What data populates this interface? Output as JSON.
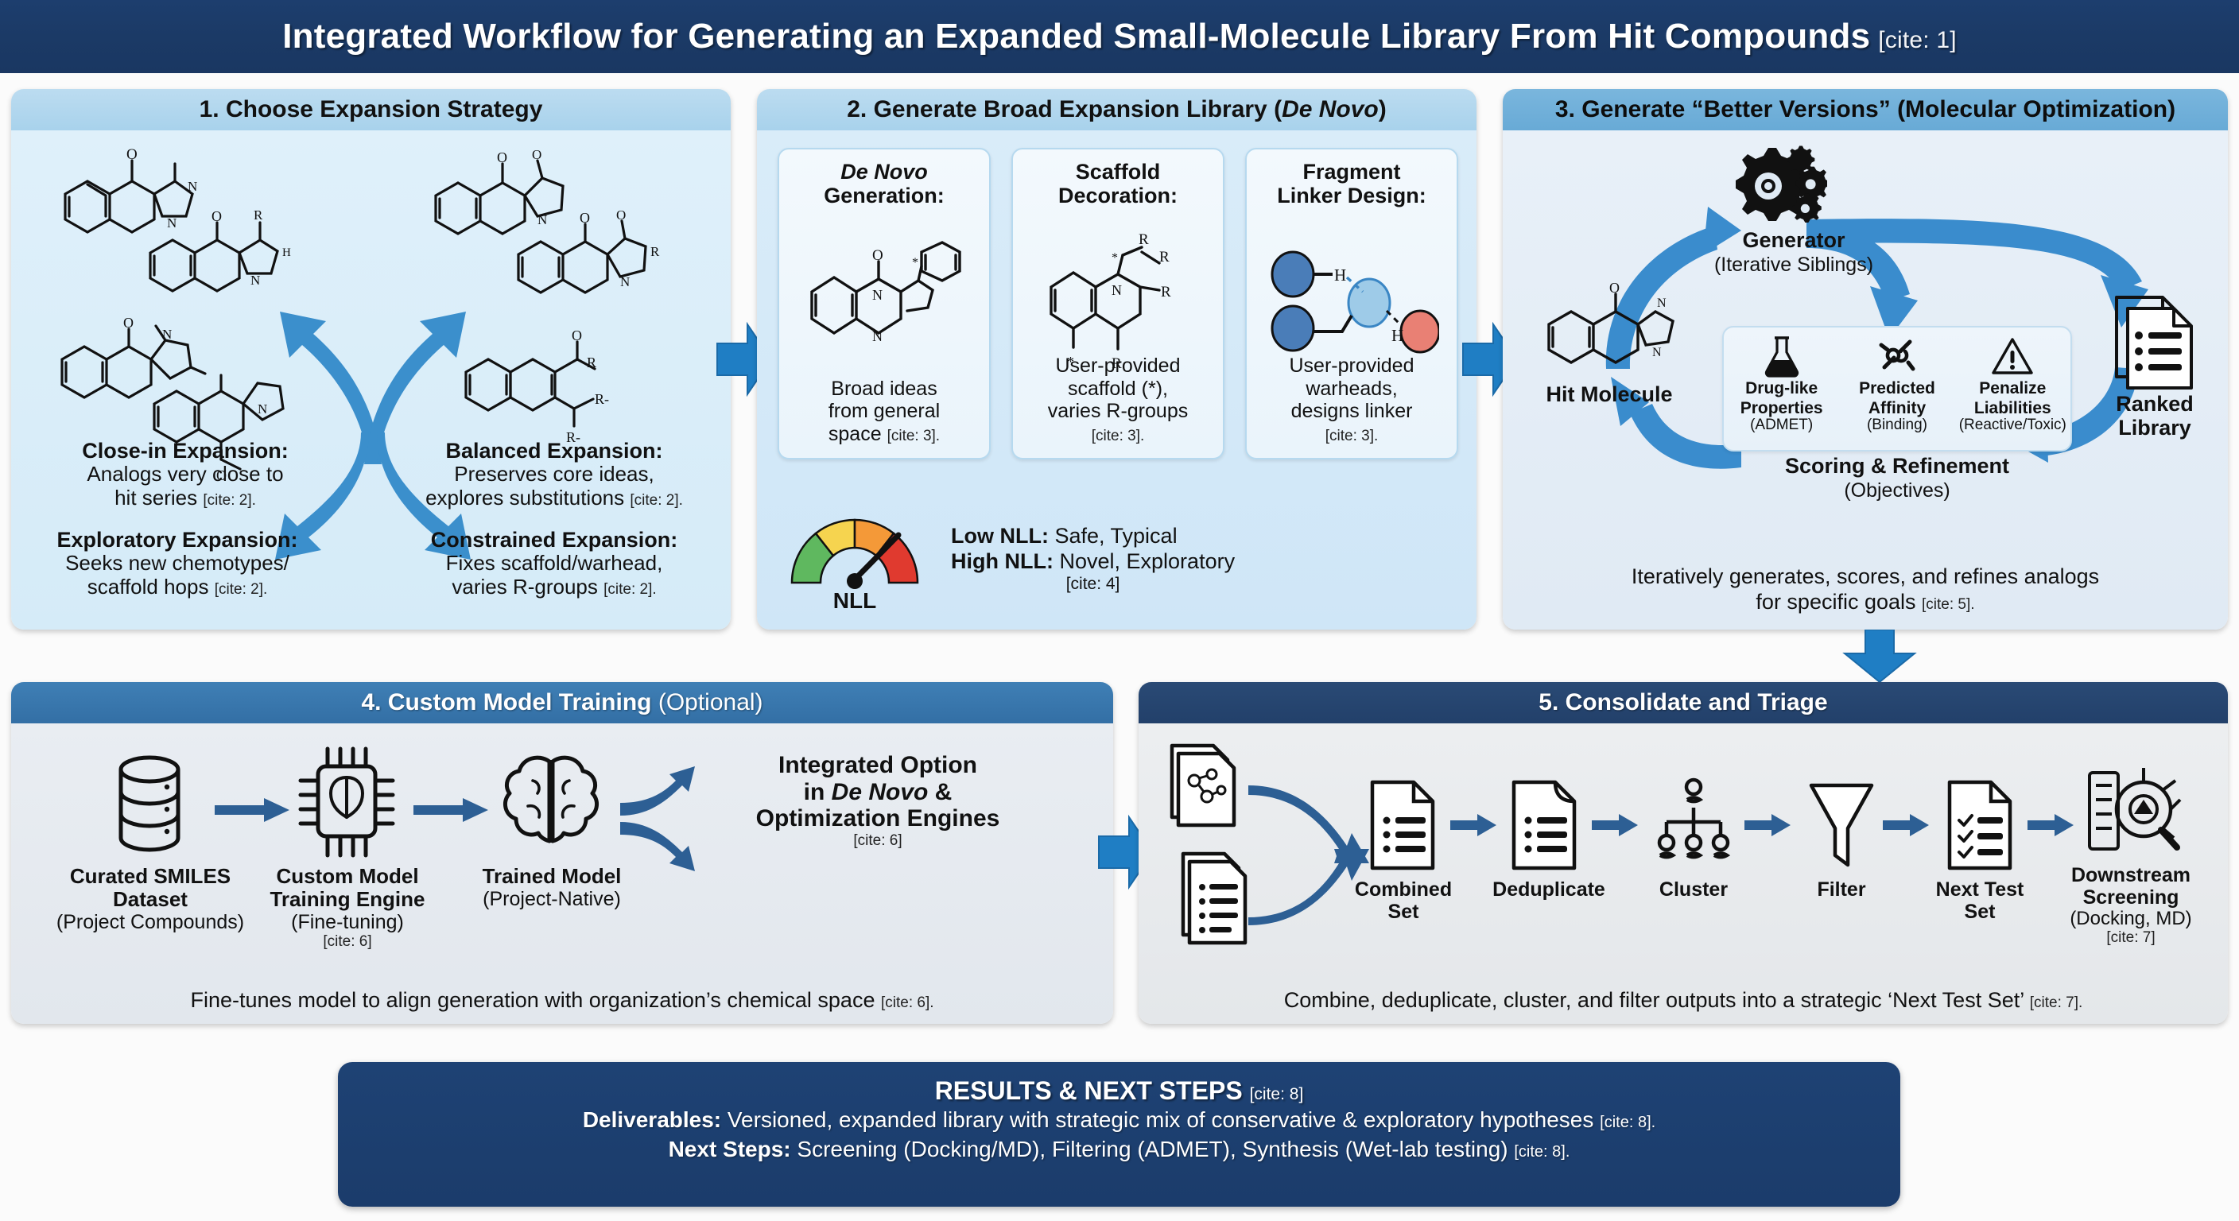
{
  "title": {
    "text": "Integrated Workflow for Generating an Expanded Small-Molecule Library From Hit Compounds",
    "cite": "[cite: 1]"
  },
  "colors": {
    "title_bar": "#1b3a66",
    "panel1_head": "#a8d2ec",
    "panel2_head": "#a8d2ec",
    "panel3_head": "#68aad6",
    "panel4_head": "#336fa5",
    "panel5_head": "#22406a",
    "arrow_blue": "#1f7ec4",
    "accent_blue": "#3a8ccd",
    "results_navy": "#1b3c6b"
  },
  "panel1": {
    "header": "1. Choose Expansion Strategy",
    "quadrants": [
      {
        "title": "Close-in Expansion:",
        "line1": "Analogs very close to",
        "line2": "hit series",
        "cite": "[cite: 2]."
      },
      {
        "title": "Balanced Expansion:",
        "line1": "Preserves core ideas,",
        "line2": "explores substitutions",
        "cite": "[cite: 2]."
      },
      {
        "title": "Exploratory Expansion:",
        "line1": "Seeks new chemotypes/",
        "line2": "scaffold hops",
        "cite": "[cite: 2]."
      },
      {
        "title": "Constrained Expansion:",
        "line1": "Fixes scaffold/warhead,",
        "line2": "varies R-groups",
        "cite": "[cite: 2]."
      }
    ]
  },
  "panel2": {
    "header_prefix": "2. Generate Broad Expansion Library (",
    "header_italic": "De Novo",
    "header_suffix": ")",
    "cards": [
      {
        "title_line1_italic": "De Novo",
        "title_line2": "Generation:",
        "desc_line1": "Broad ideas",
        "desc_line2": "from general",
        "desc_line3": "space",
        "cite": "[cite: 3]."
      },
      {
        "title_line1": "Scaffold",
        "title_line2": "Decoration:",
        "desc_line1": "User-provided",
        "desc_line2": "scaffold (*),",
        "desc_line3": "varies R-groups",
        "cite": "[cite: 3]."
      },
      {
        "title_line1": "Fragment",
        "title_line2": "Linker Design:",
        "desc_line1": "User-provided",
        "desc_line2": "warheads,",
        "desc_line3": "designs linker",
        "cite": "[cite: 3]."
      }
    ],
    "gauge": {
      "label": "NLL",
      "low_key": "Low NLL:",
      "low_val": "Safe, Typical",
      "high_key": "High NLL:",
      "high_val": "Novel, Exploratory",
      "cite": "[cite: 4]",
      "zones": [
        "#5fb85f",
        "#f6d44f",
        "#f49938",
        "#e03a2f"
      ]
    }
  },
  "panel3": {
    "header": "3. Generate “Better Versions” (Molecular Optimization)",
    "generator": {
      "title": "Generator",
      "sub": "(Iterative Siblings)"
    },
    "hit": {
      "title": "Hit Molecule"
    },
    "ranked": {
      "title_line1": "Ranked",
      "title_line2": "Library"
    },
    "scoring": {
      "title": "Scoring & Refinement",
      "sub": "(Objectives)",
      "items": [
        {
          "icon": "flask-icon",
          "line1": "Drug-like",
          "line2": "Properties",
          "line3": "(ADMET)"
        },
        {
          "icon": "binding-icon",
          "line1": "Predicted",
          "line2": "Affinity",
          "line3": "(Binding)"
        },
        {
          "icon": "warning-icon",
          "line1": "Penalize",
          "line2": "Liabilities",
          "line3": "(Reactive/Toxic)"
        }
      ]
    },
    "footer_line1": "Iteratively generates, scores, and refines analogs",
    "footer_line2": "for specific goals",
    "footer_cite": "[cite: 5]."
  },
  "panel4": {
    "header_main": "4. Custom Model Training",
    "header_opt": "(Optional)",
    "nodes": [
      {
        "icon": "database-icon",
        "title_line1": "Curated SMILES",
        "title_line2": "Dataset",
        "sub": "(Project Compounds)",
        "cite": ""
      },
      {
        "icon": "chip-brain-icon",
        "title_line1": "Custom Model",
        "title_line2": "Training Engine",
        "sub": "(Fine-tuning)",
        "cite": "[cite: 6]"
      },
      {
        "icon": "brain-icon",
        "title_line1": "Trained Model",
        "title_line2": "",
        "sub": "(Project-Native)",
        "cite": ""
      }
    ],
    "output": {
      "line1": "Integrated Option",
      "line2_pre": "in ",
      "line2_italic": "De Novo",
      "line2_post": " &",
      "line3": "Optimization Engines",
      "cite": "[cite: 6]"
    },
    "footer": "Fine-tunes model to align generation with organization’s chemical space",
    "footer_cite": "[cite: 6]."
  },
  "panel5": {
    "header": "5. Consolidate and Triage",
    "nodes": [
      {
        "icon": "molecule-doc-icon",
        "label_line1": "",
        "label_line2": ""
      },
      {
        "icon": "list-doc-icon",
        "label_line1": "",
        "label_line2": ""
      },
      {
        "icon": "doc-list-icon",
        "label_line1": "Combined",
        "label_line2": "Set"
      },
      {
        "icon": "doc-fold-icon",
        "label_line1": "Deduplicate",
        "label_line2": ""
      },
      {
        "icon": "cluster-icon",
        "label_line1": "Cluster",
        "label_line2": ""
      },
      {
        "icon": "funnel-icon",
        "label_line1": "Filter",
        "label_line2": ""
      },
      {
        "icon": "checklist-doc-icon",
        "label_line1": "Next Test",
        "label_line2": "Set"
      },
      {
        "icon": "screening-icon",
        "label_line1": "Downstream",
        "label_line2": "Screening",
        "label_line3": "(Docking, MD)",
        "cite": "[cite: 7]"
      }
    ],
    "footer": "Combine, deduplicate, cluster, and filter outputs into a strategic ‘Next Test Set’",
    "footer_cite": "[cite: 7]."
  },
  "results": {
    "heading": "RESULTS & NEXT STEPS",
    "heading_cite": "[cite: 8]",
    "deliverables_key": "Deliverables:",
    "deliverables_val": "Versioned, expanded library with strategic mix of conservative & exploratory hypotheses",
    "deliverables_cite": "[cite: 8].",
    "nextsteps_key": "Next Steps:",
    "nextsteps_val": "Screening (Docking/MD), Filtering (ADMET), Synthesis (Wet-lab testing)",
    "nextsteps_cite": "[cite: 8]."
  }
}
